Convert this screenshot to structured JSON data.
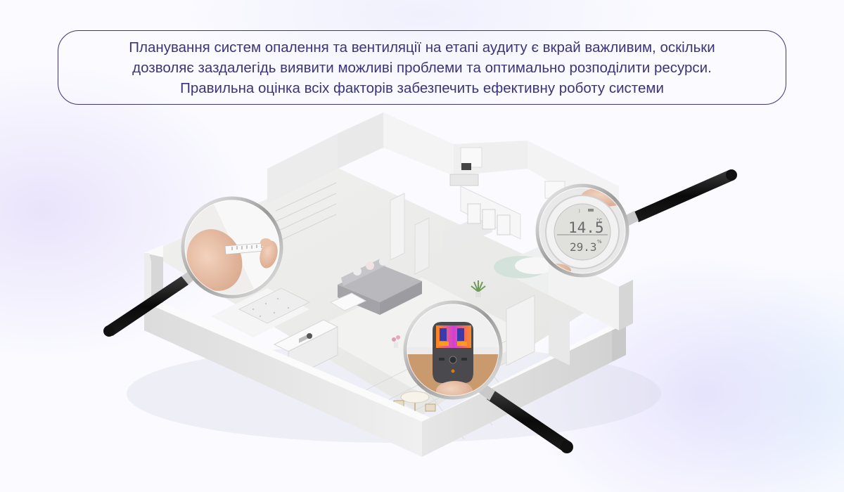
{
  "caption": {
    "lines": [
      "Планування систем опалення та вентиляції на етапі аудиту є вкрай важливим, оскільки",
      "дозволяє заздалегідь виявити можливі проблеми та оптимально розподілити ресурси.",
      "Правильна оцінка всіх факторів забезпечить ефективну роботу системи"
    ]
  },
  "illustration": {
    "subject": "isometric-apartment-cutaway",
    "magnifiers": [
      {
        "name": "tape-measure",
        "content": "hands measuring wall with tape measure"
      },
      {
        "name": "thermo-hygrometer",
        "temperature": "14.5",
        "temperature_unit": "°C",
        "humidity": "29.3",
        "humidity_unit": "%"
      },
      {
        "name": "thermal-camera",
        "content": "thermal imager showing window heat map"
      }
    ]
  },
  "colors": {
    "caption_border": "#3d3580",
    "caption_text": "#3b3478",
    "background": "#fafaff"
  }
}
